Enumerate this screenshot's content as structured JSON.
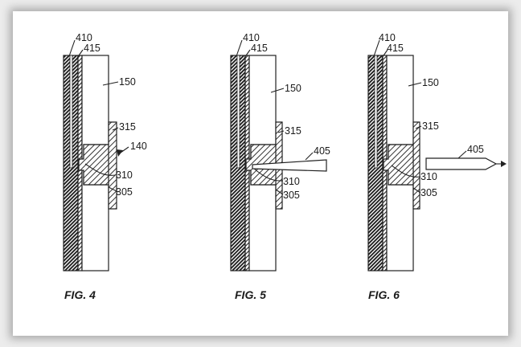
{
  "figures": [
    {
      "caption": "FIG. 4",
      "labels": {
        "l410": "410",
        "l415": "415",
        "l150": "150",
        "l315": "315",
        "l140": "140",
        "l310": "310",
        "l305": "305"
      }
    },
    {
      "caption": "FIG. 5",
      "labels": {
        "l410": "410",
        "l415": "415",
        "l150": "150",
        "l315": "315",
        "l405": "405",
        "l310": "310",
        "l305": "305"
      }
    },
    {
      "caption": "FIG. 6",
      "labels": {
        "l410": "410",
        "l415": "415",
        "l150": "150",
        "l315": "315",
        "l405": "405",
        "l310": "310",
        "l305": "305"
      }
    }
  ],
  "colors": {
    "line": "#222222",
    "background": "#ececec",
    "sheet": "#ffffff"
  }
}
